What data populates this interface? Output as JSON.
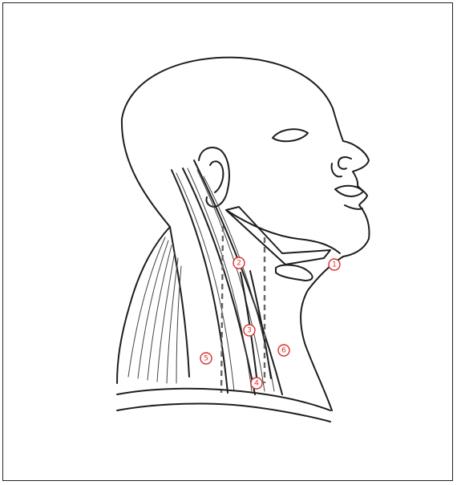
{
  "figure": {
    "labels": [
      {
        "text": "1",
        "color": "#d9302c"
      },
      {
        "text": "2",
        "color": "#d9302c"
      },
      {
        "text": "3",
        "color": "#d9302c"
      },
      {
        "text": "4",
        "color": "#d9302c"
      },
      {
        "text": "5",
        "color": "#d9302c"
      },
      {
        "text": "6",
        "color": "#d9302c"
      }
    ]
  }
}
